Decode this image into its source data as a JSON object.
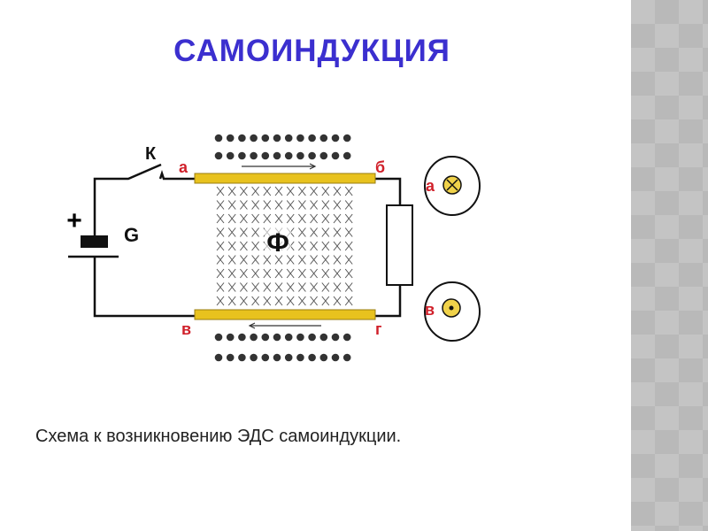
{
  "slide": {
    "title": "САМОИНДУКЦИЯ",
    "caption": "Схема к возникновению ЭДС самоиндукции."
  },
  "diagram": {
    "switch_label": "К",
    "source_label": "G",
    "plus_sign": "+",
    "flux_label": "Ф",
    "point_labels": {
      "a": "а",
      "b": "б",
      "v": "в",
      "g": "г"
    },
    "colors": {
      "conductor": "#e8c21e",
      "labels": "#d0202a",
      "title": "#3b2fcf"
    }
  }
}
